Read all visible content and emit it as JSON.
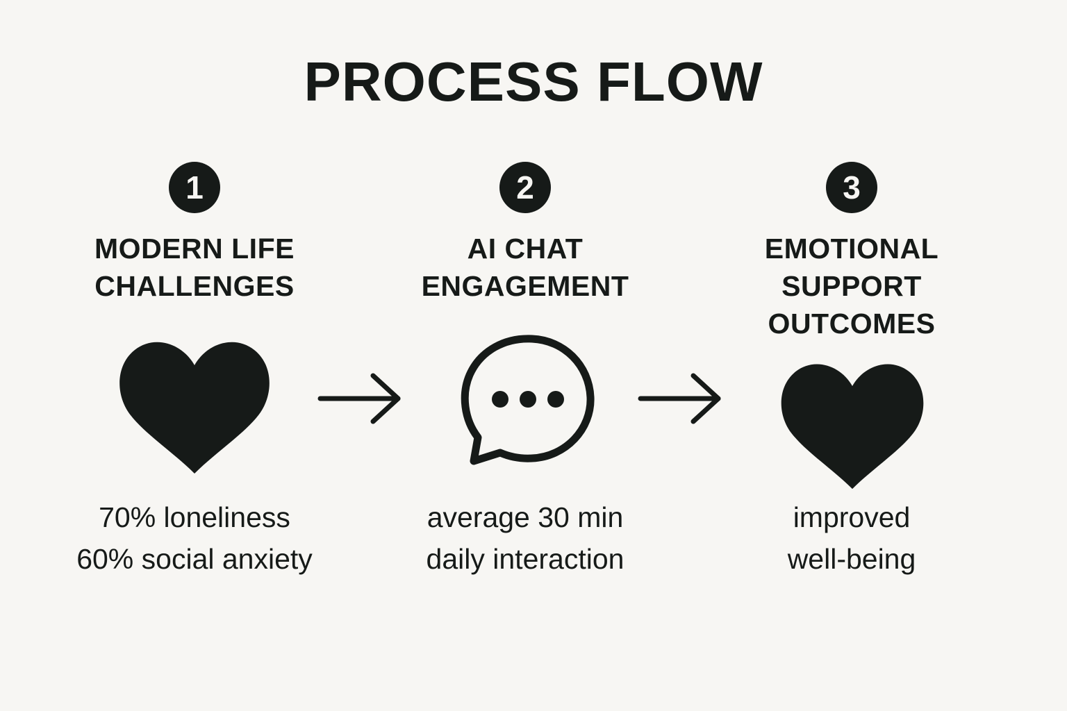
{
  "title": "PROCESS FLOW",
  "colors": {
    "background": "#f7f6f3",
    "ink": "#161a18"
  },
  "steps": [
    {
      "number": "1",
      "heading": "MODERN LIFE\nCHALLENGES",
      "icon": "heart-icon",
      "description": "70% loneliness\n60% social anxiety"
    },
    {
      "number": "2",
      "heading": "AI CHAT\nENGAGEMENT",
      "icon": "chat-bubble-icon",
      "description": "average 30 min\ndaily interaction"
    },
    {
      "number": "3",
      "heading": "EMOTIONAL\nSUPPORT\nOUTCOMES",
      "icon": "heart-icon",
      "description": "improved\nwell-being"
    }
  ],
  "connectors": [
    "arrow-right-icon",
    "arrow-right-icon"
  ]
}
